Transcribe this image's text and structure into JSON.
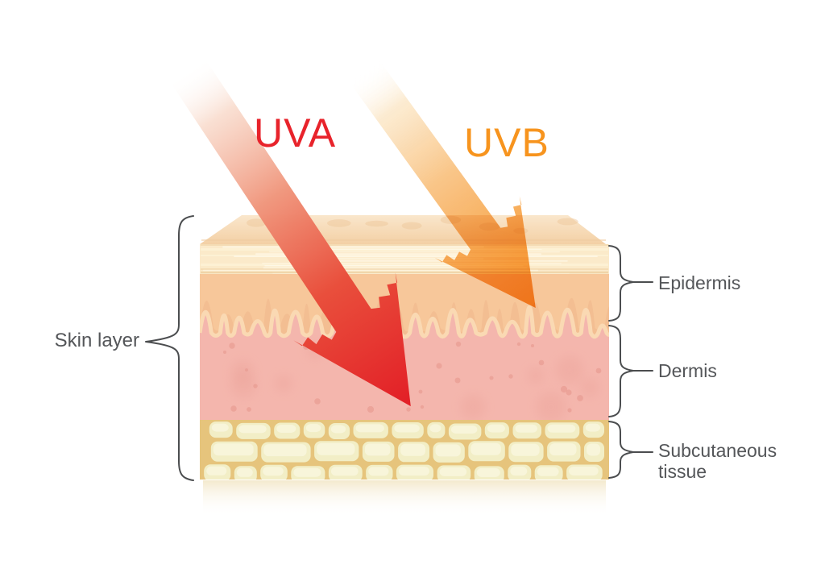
{
  "figure": {
    "rays": {
      "uva": {
        "label": "UVA",
        "color": "#E8232B"
      },
      "uvb": {
        "label": "UVB",
        "color": "#F7941E"
      }
    },
    "skin": {
      "group_label": "Skin layer",
      "layers": [
        {
          "label": "Epidermis"
        },
        {
          "label": "Dermis"
        },
        {
          "label_line1": "Subcutaneous",
          "label_line2": "tissue"
        }
      ]
    },
    "colors": {
      "epidermis_surface": "#FBEACA",
      "epidermis": "#F7C79A",
      "dermis": "#F4B6AD",
      "subcutaneous": "#E6C47C",
      "fat_cell": "#F2EEC6",
      "label_text": "#545659"
    }
  }
}
